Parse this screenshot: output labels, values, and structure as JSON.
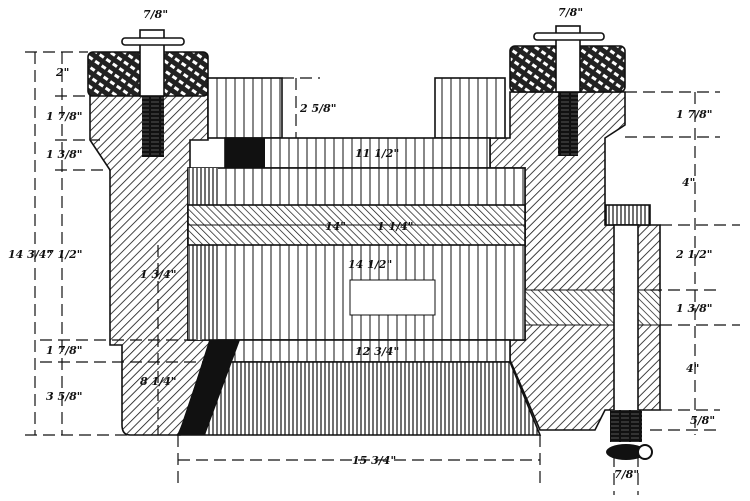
{
  "drawing": {
    "title": "Sectional view of a cylinder casting assembly",
    "colors": {
      "ink": "#111111",
      "paper": "#ffffff"
    },
    "labels": {
      "bolt_left": "7/8\"",
      "bolt_right": "7/8\"",
      "cap_height": "2\"",
      "flange_left": "1 7/8\"",
      "step_left": "1 3/8\"",
      "overall_height": "14 3/4\"",
      "mid_left": "7 1/2\"",
      "lower_step_left": "1 7/8\"",
      "base_left": "3 5/8\"",
      "boss_height": "2 5/8\"",
      "ring_top": "11 1/2\"",
      "band_width": "14\"",
      "band_thickness": "1 1/4\"",
      "bore": "14 1/2\"",
      "inner_left": "1 3/4\"",
      "lower_inner_left": "8 1/4\"",
      "ring_bottom": "12 3/4\"",
      "base_width": "15 3/4\"",
      "right_flange": "1 7/8\"",
      "right_mid": "4\"",
      "right_gap": "2 1/2\"",
      "right_plate": "1 3/8\"",
      "right_lower": "4\"",
      "right_base": "5/8\"",
      "bottom_bolt": "7/8\""
    }
  }
}
